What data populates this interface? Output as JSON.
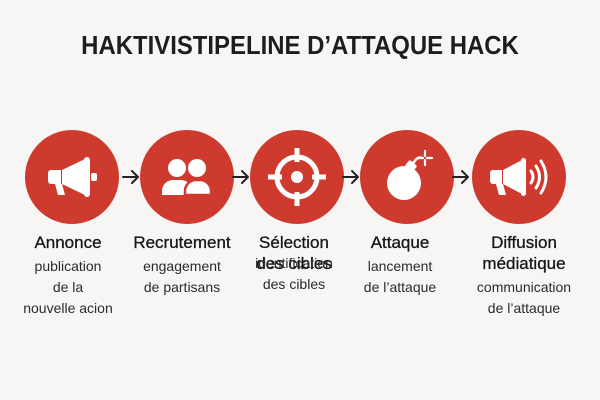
{
  "title": "HAKTIVISTIPELINE D’ATTAQUE HACK",
  "accent_color": "#cf3a2e",
  "steps": [
    {
      "icon": "megaphone-icon",
      "title": "Annonce",
      "desc": [
        "publication",
        "de la",
        "nouvelle acion"
      ]
    },
    {
      "icon": "users-icon",
      "title": "Recrutement",
      "desc": [
        "engagement",
        "de partisans"
      ]
    },
    {
      "icon": "target-icon",
      "title": [
        "Sélection",
        "des cibles"
      ],
      "desc": [
        "identification",
        "des cibles"
      ]
    },
    {
      "icon": "bomb-icon",
      "title": "Attaque",
      "desc": [
        "lancement",
        "de l’attaque"
      ]
    },
    {
      "icon": "megaphone-sound-icon",
      "title": [
        "Diffusion",
        "médiatique"
      ],
      "desc": [
        "communication",
        "de l’attaque"
      ]
    }
  ]
}
